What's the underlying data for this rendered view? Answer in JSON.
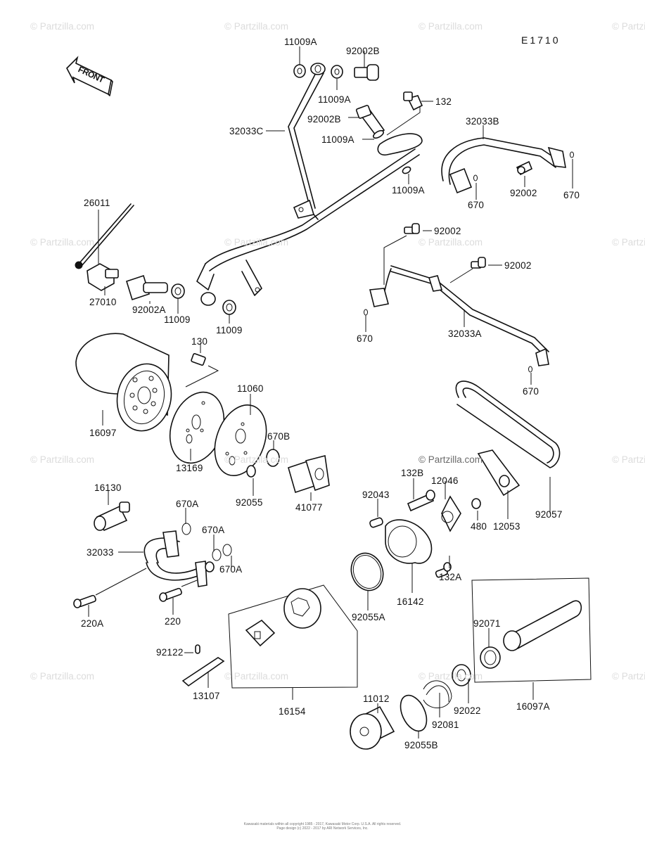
{
  "diagram": {
    "code": "E1710",
    "front_arrow_label": "FRONT",
    "watermark": "© Partzilla.com",
    "footer_lines": [
      "Kawasaki materials within all copyright 1985 - 2017, Kawasaki Motor Corp. U.S.A. All rights reserved.",
      "Page design (c) 2022 - 2017 by ARI Network Services, Inc."
    ],
    "part_labels": [
      {
        "id": "11009A",
        "text": "11009A"
      },
      {
        "id": "92002B",
        "text": "92002B"
      },
      {
        "id": "11009A",
        "text": "11009A"
      },
      {
        "id": "132",
        "text": "132"
      },
      {
        "id": "92002B",
        "text": "92002B"
      },
      {
        "id": "11009A",
        "text": "11009A"
      },
      {
        "id": "32033C",
        "text": "32033C"
      },
      {
        "id": "11009A",
        "text": "11009A"
      },
      {
        "id": "32033B",
        "text": "32033B"
      },
      {
        "id": "92002",
        "text": "92002"
      },
      {
        "id": "670",
        "text": "670"
      },
      {
        "id": "670",
        "text": "670"
      },
      {
        "id": "26011",
        "text": "26011"
      },
      {
        "id": "27010",
        "text": "27010"
      },
      {
        "id": "92002A",
        "text": "92002A"
      },
      {
        "id": "11009",
        "text": "11009"
      },
      {
        "id": "11009",
        "text": "11009"
      },
      {
        "id": "92002",
        "text": "92002"
      },
      {
        "id": "92002",
        "text": "92002"
      },
      {
        "id": "670",
        "text": "670"
      },
      {
        "id": "32033A",
        "text": "32033A"
      },
      {
        "id": "670",
        "text": "670"
      },
      {
        "id": "130",
        "text": "130"
      },
      {
        "id": "16097",
        "text": "16097"
      },
      {
        "id": "11060",
        "text": "11060"
      },
      {
        "id": "13169",
        "text": "13169"
      },
      {
        "id": "670B",
        "text": "670B"
      },
      {
        "id": "92055",
        "text": "92055"
      },
      {
        "id": "41077",
        "text": "41077"
      },
      {
        "id": "16130",
        "text": "16130"
      },
      {
        "id": "670A",
        "text": "670A"
      },
      {
        "id": "670A",
        "text": "670A"
      },
      {
        "id": "670A",
        "text": "670A"
      },
      {
        "id": "32033",
        "text": "32033"
      },
      {
        "id": "220A",
        "text": "220A"
      },
      {
        "id": "220",
        "text": "220"
      },
      {
        "id": "132B",
        "text": "132B"
      },
      {
        "id": "12046",
        "text": "12046"
      },
      {
        "id": "92043",
        "text": "92043"
      },
      {
        "id": "480",
        "text": "480"
      },
      {
        "id": "12053",
        "text": "12053"
      },
      {
        "id": "92057",
        "text": "92057"
      },
      {
        "id": "132A",
        "text": "132A"
      },
      {
        "id": "16142",
        "text": "16142"
      },
      {
        "id": "92055A",
        "text": "92055A"
      },
      {
        "id": "92122",
        "text": "92122"
      },
      {
        "id": "13107",
        "text": "13107"
      },
      {
        "id": "16154",
        "text": "16154"
      },
      {
        "id": "92071",
        "text": "92071"
      },
      {
        "id": "11012",
        "text": "11012"
      },
      {
        "id": "92081",
        "text": "92081"
      },
      {
        "id": "92022",
        "text": "92022"
      },
      {
        "id": "92055B",
        "text": "92055B"
      },
      {
        "id": "16097A",
        "text": "16097A"
      }
    ]
  }
}
